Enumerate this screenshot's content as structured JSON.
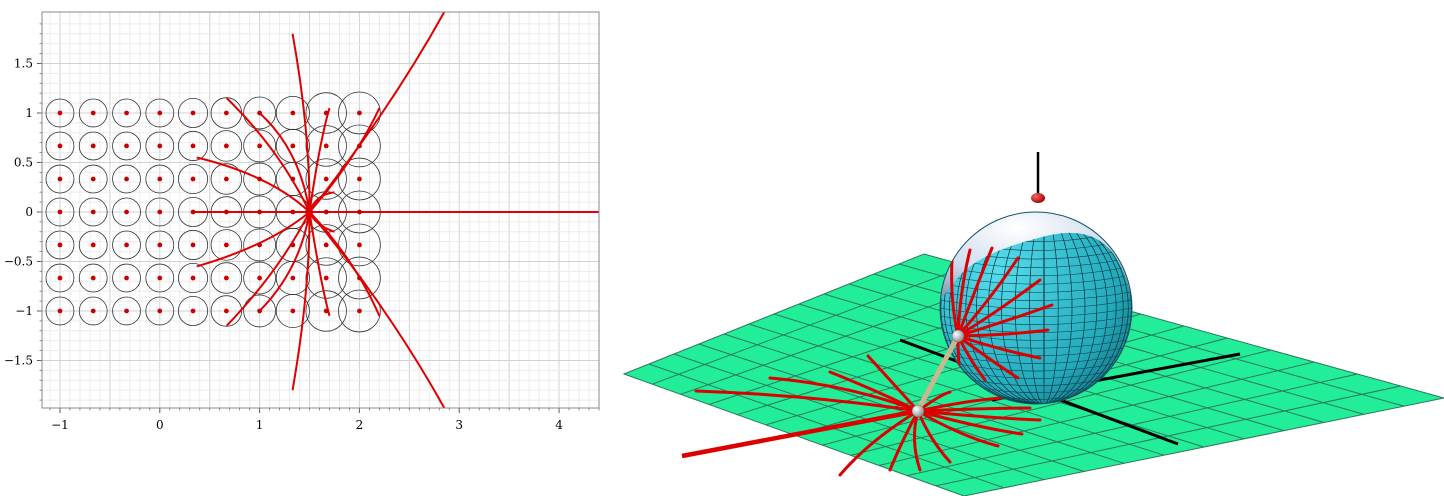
{
  "panels": {
    "left": {
      "xticks": [
        {
          "v": -1,
          "label": "−1"
        },
        {
          "v": 0,
          "label": "0"
        },
        {
          "v": 1,
          "label": "1"
        },
        {
          "v": 2,
          "label": "2"
        },
        {
          "v": 3,
          "label": "3"
        },
        {
          "v": 4,
          "label": "4"
        }
      ],
      "yticks": [
        {
          "v": 1.5,
          "label": "1.5"
        },
        {
          "v": 1,
          "label": "1"
        },
        {
          "v": 0.5,
          "label": "0.5"
        },
        {
          "v": 0,
          "label": "0"
        },
        {
          "v": -0.5,
          "label": "−0.5"
        },
        {
          "v": -1,
          "label": "−1"
        },
        {
          "v": -1.5,
          "label": "−1.5"
        }
      ],
      "xlim": [
        -1.18,
        4.4
      ],
      "ylim": [
        -1.98,
        2.02
      ],
      "grid": true,
      "point_grid": {
        "x": [
          -1,
          -0.667,
          -0.333,
          0,
          0.333,
          0.667,
          1,
          1.333,
          1.667,
          2
        ],
        "y": [
          1,
          0.667,
          0.333,
          0,
          -0.333,
          -0.667,
          -1
        ]
      },
      "focus_point": {
        "x": 1.5,
        "y": 0
      },
      "colors": {
        "curves": "#e00000",
        "dots": "#cc0000",
        "circles": "#333333",
        "grid": "#dddddd"
      }
    },
    "right": {
      "colors": {
        "plane": "#22ee99",
        "plane_lines": "#2a7a5a",
        "sphere_mesh": "#33bbcc",
        "sphere_cap": "#e8eef8",
        "curves": "#dd0000",
        "axes": "#000000",
        "pole": "#dd0000"
      }
    }
  }
}
